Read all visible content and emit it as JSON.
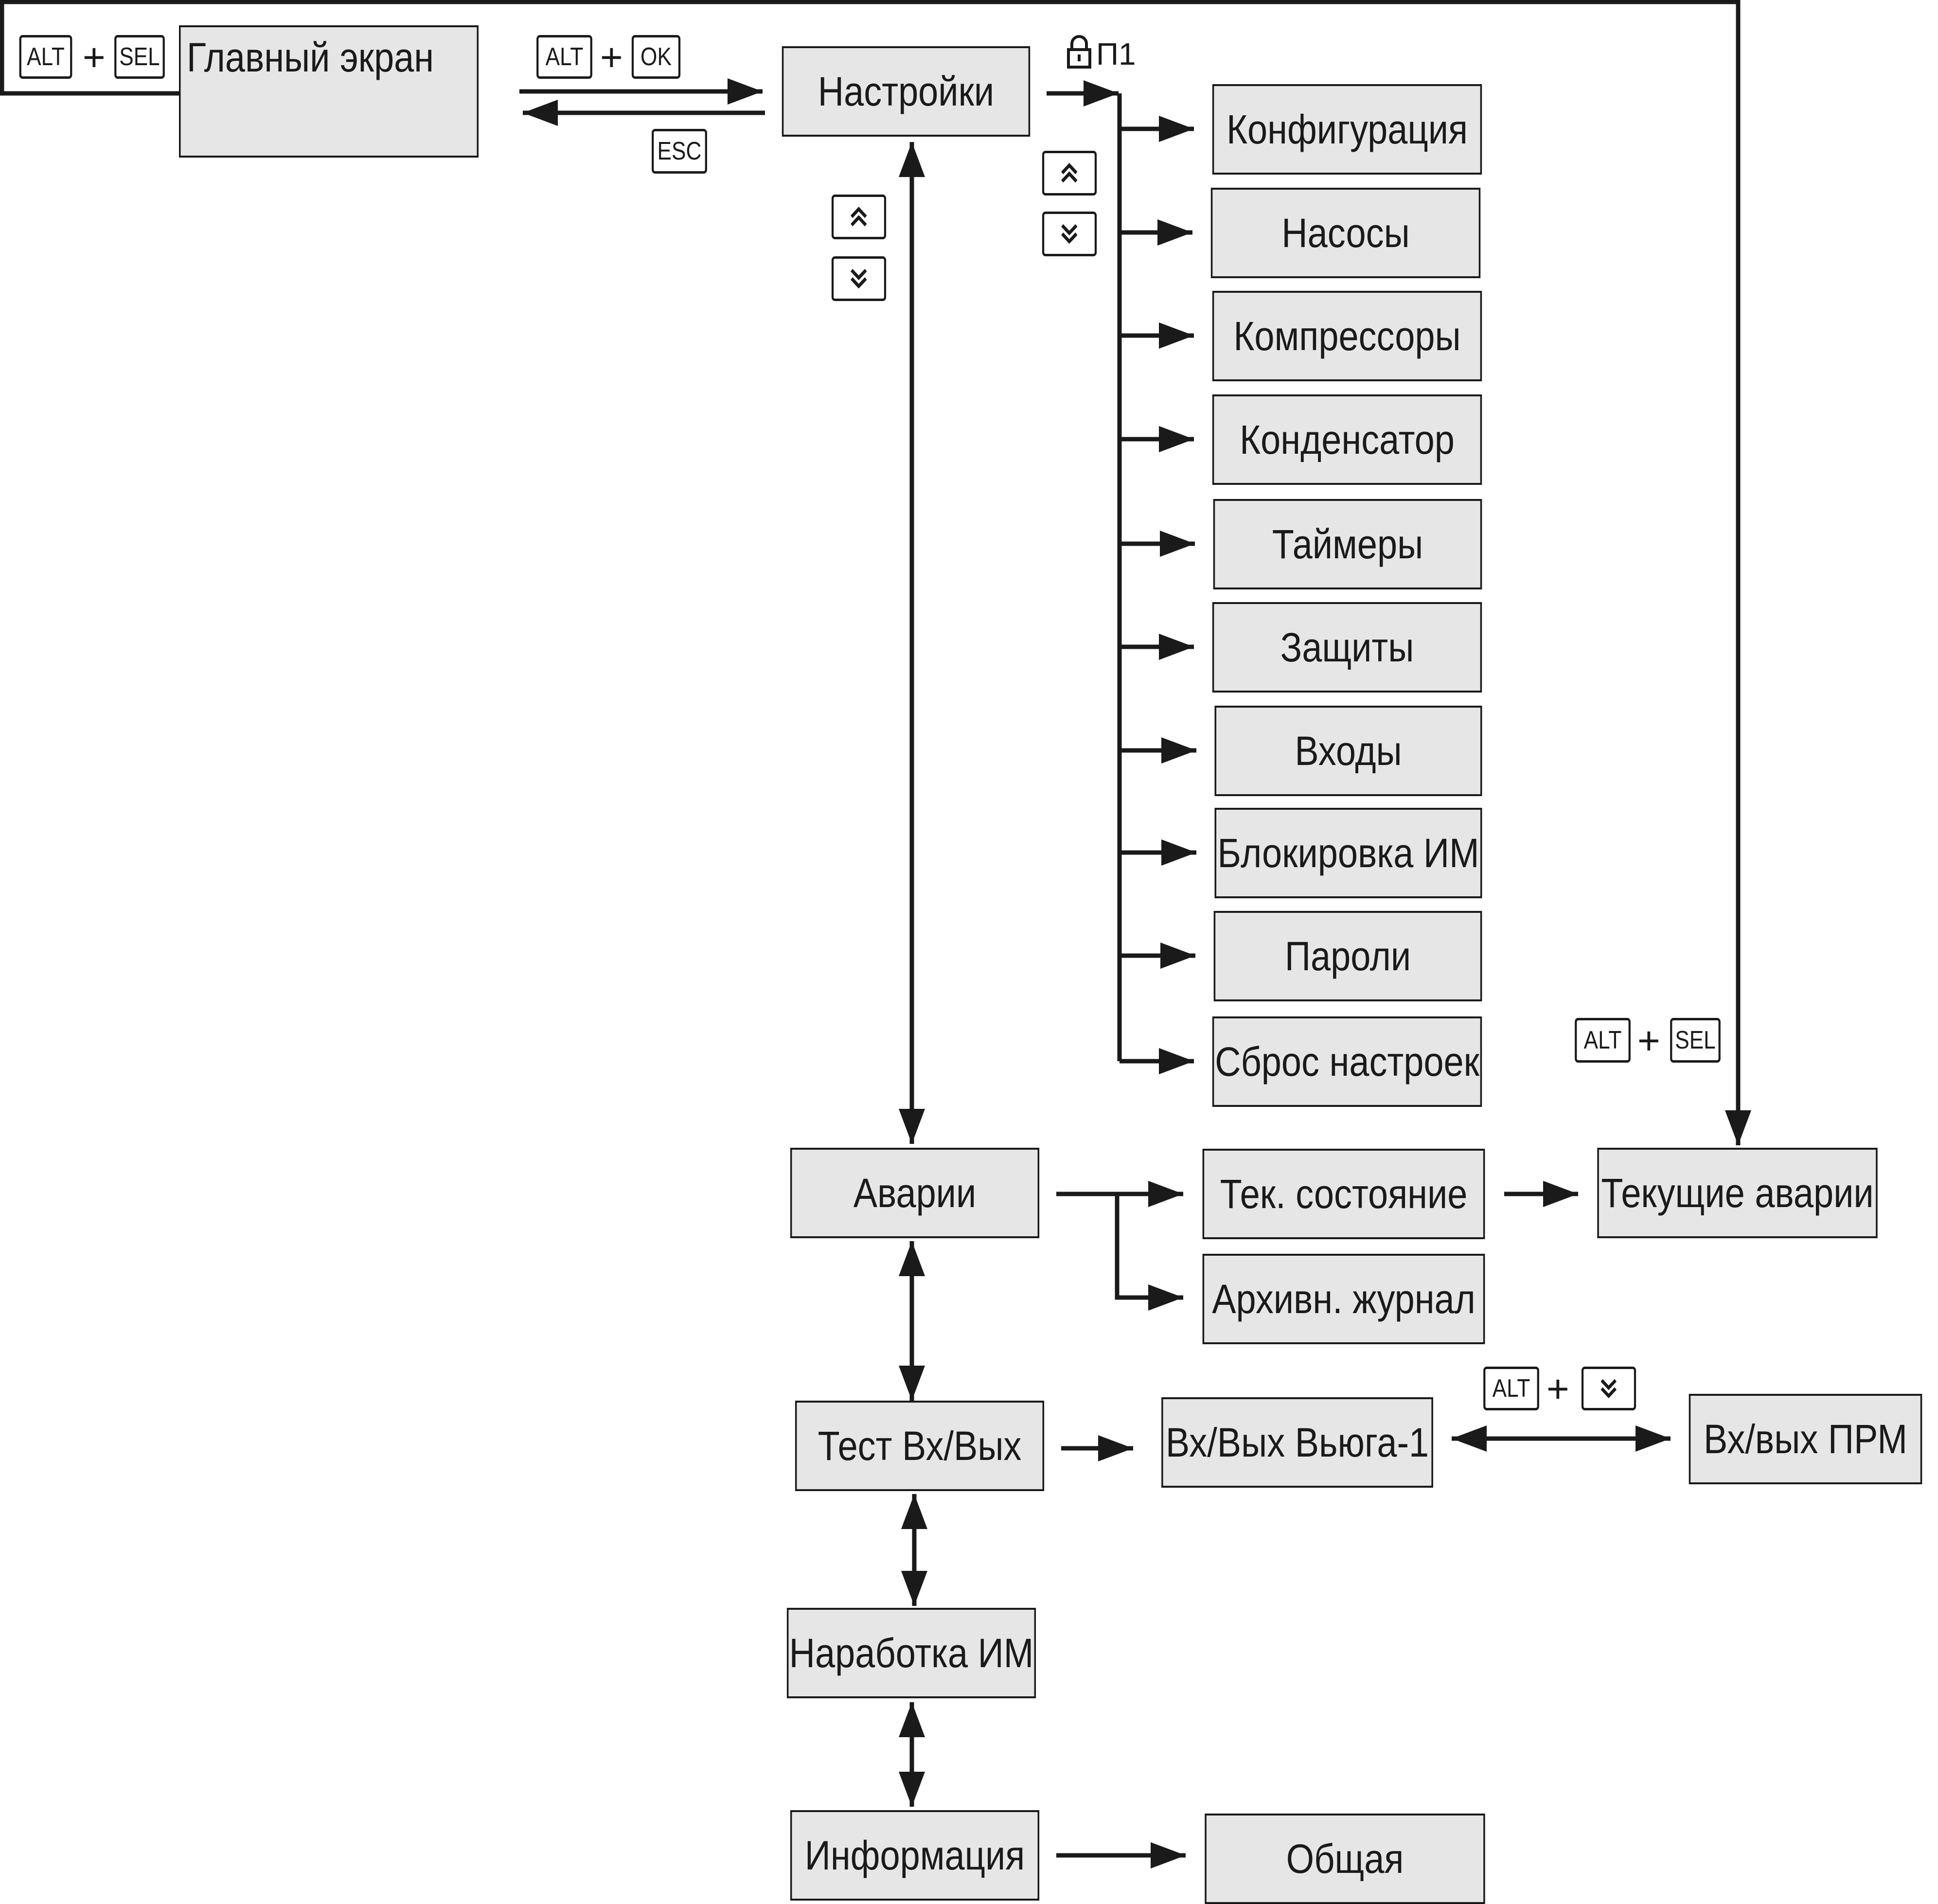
{
  "nodes": {
    "main_screen": "Главный экран",
    "settings": "Настройки",
    "configuration": "Конфигурация",
    "pumps": "Насосы",
    "compressors": "Компрессоры",
    "condenser": "Конденсатор",
    "timers": "Таймеры",
    "protections": "Защиты",
    "inputs": "Входы",
    "im_block": "Блокировка ИМ",
    "passwords": "Пароли",
    "reset": "Сброс настроек",
    "alarms": "Аварии",
    "current_state": "Тек. состояние",
    "current_alarms": "Текущие аварии",
    "archive_log": "Архивн. журнал",
    "io_test": "Тест Вх/Вых",
    "io_vyuga": "Вх/Вых Вьюга-1",
    "io_prm": "Вх/вых ПРМ",
    "im_runtime": "Наработка ИМ",
    "info": "Информация",
    "general": "Общая"
  },
  "keys": {
    "alt": "ALT",
    "sel": "SEL",
    "ok": "OK",
    "esc": "ESC",
    "plus": "+"
  },
  "icons": {
    "up": "double-chevron-up-icon",
    "down": "double-chevron-down-icon",
    "lock": "lock-icon"
  },
  "labels": {
    "password_level": "П1"
  },
  "colors": {
    "box_fill": "#e6e6e6",
    "line": "#1a1a1a"
  }
}
